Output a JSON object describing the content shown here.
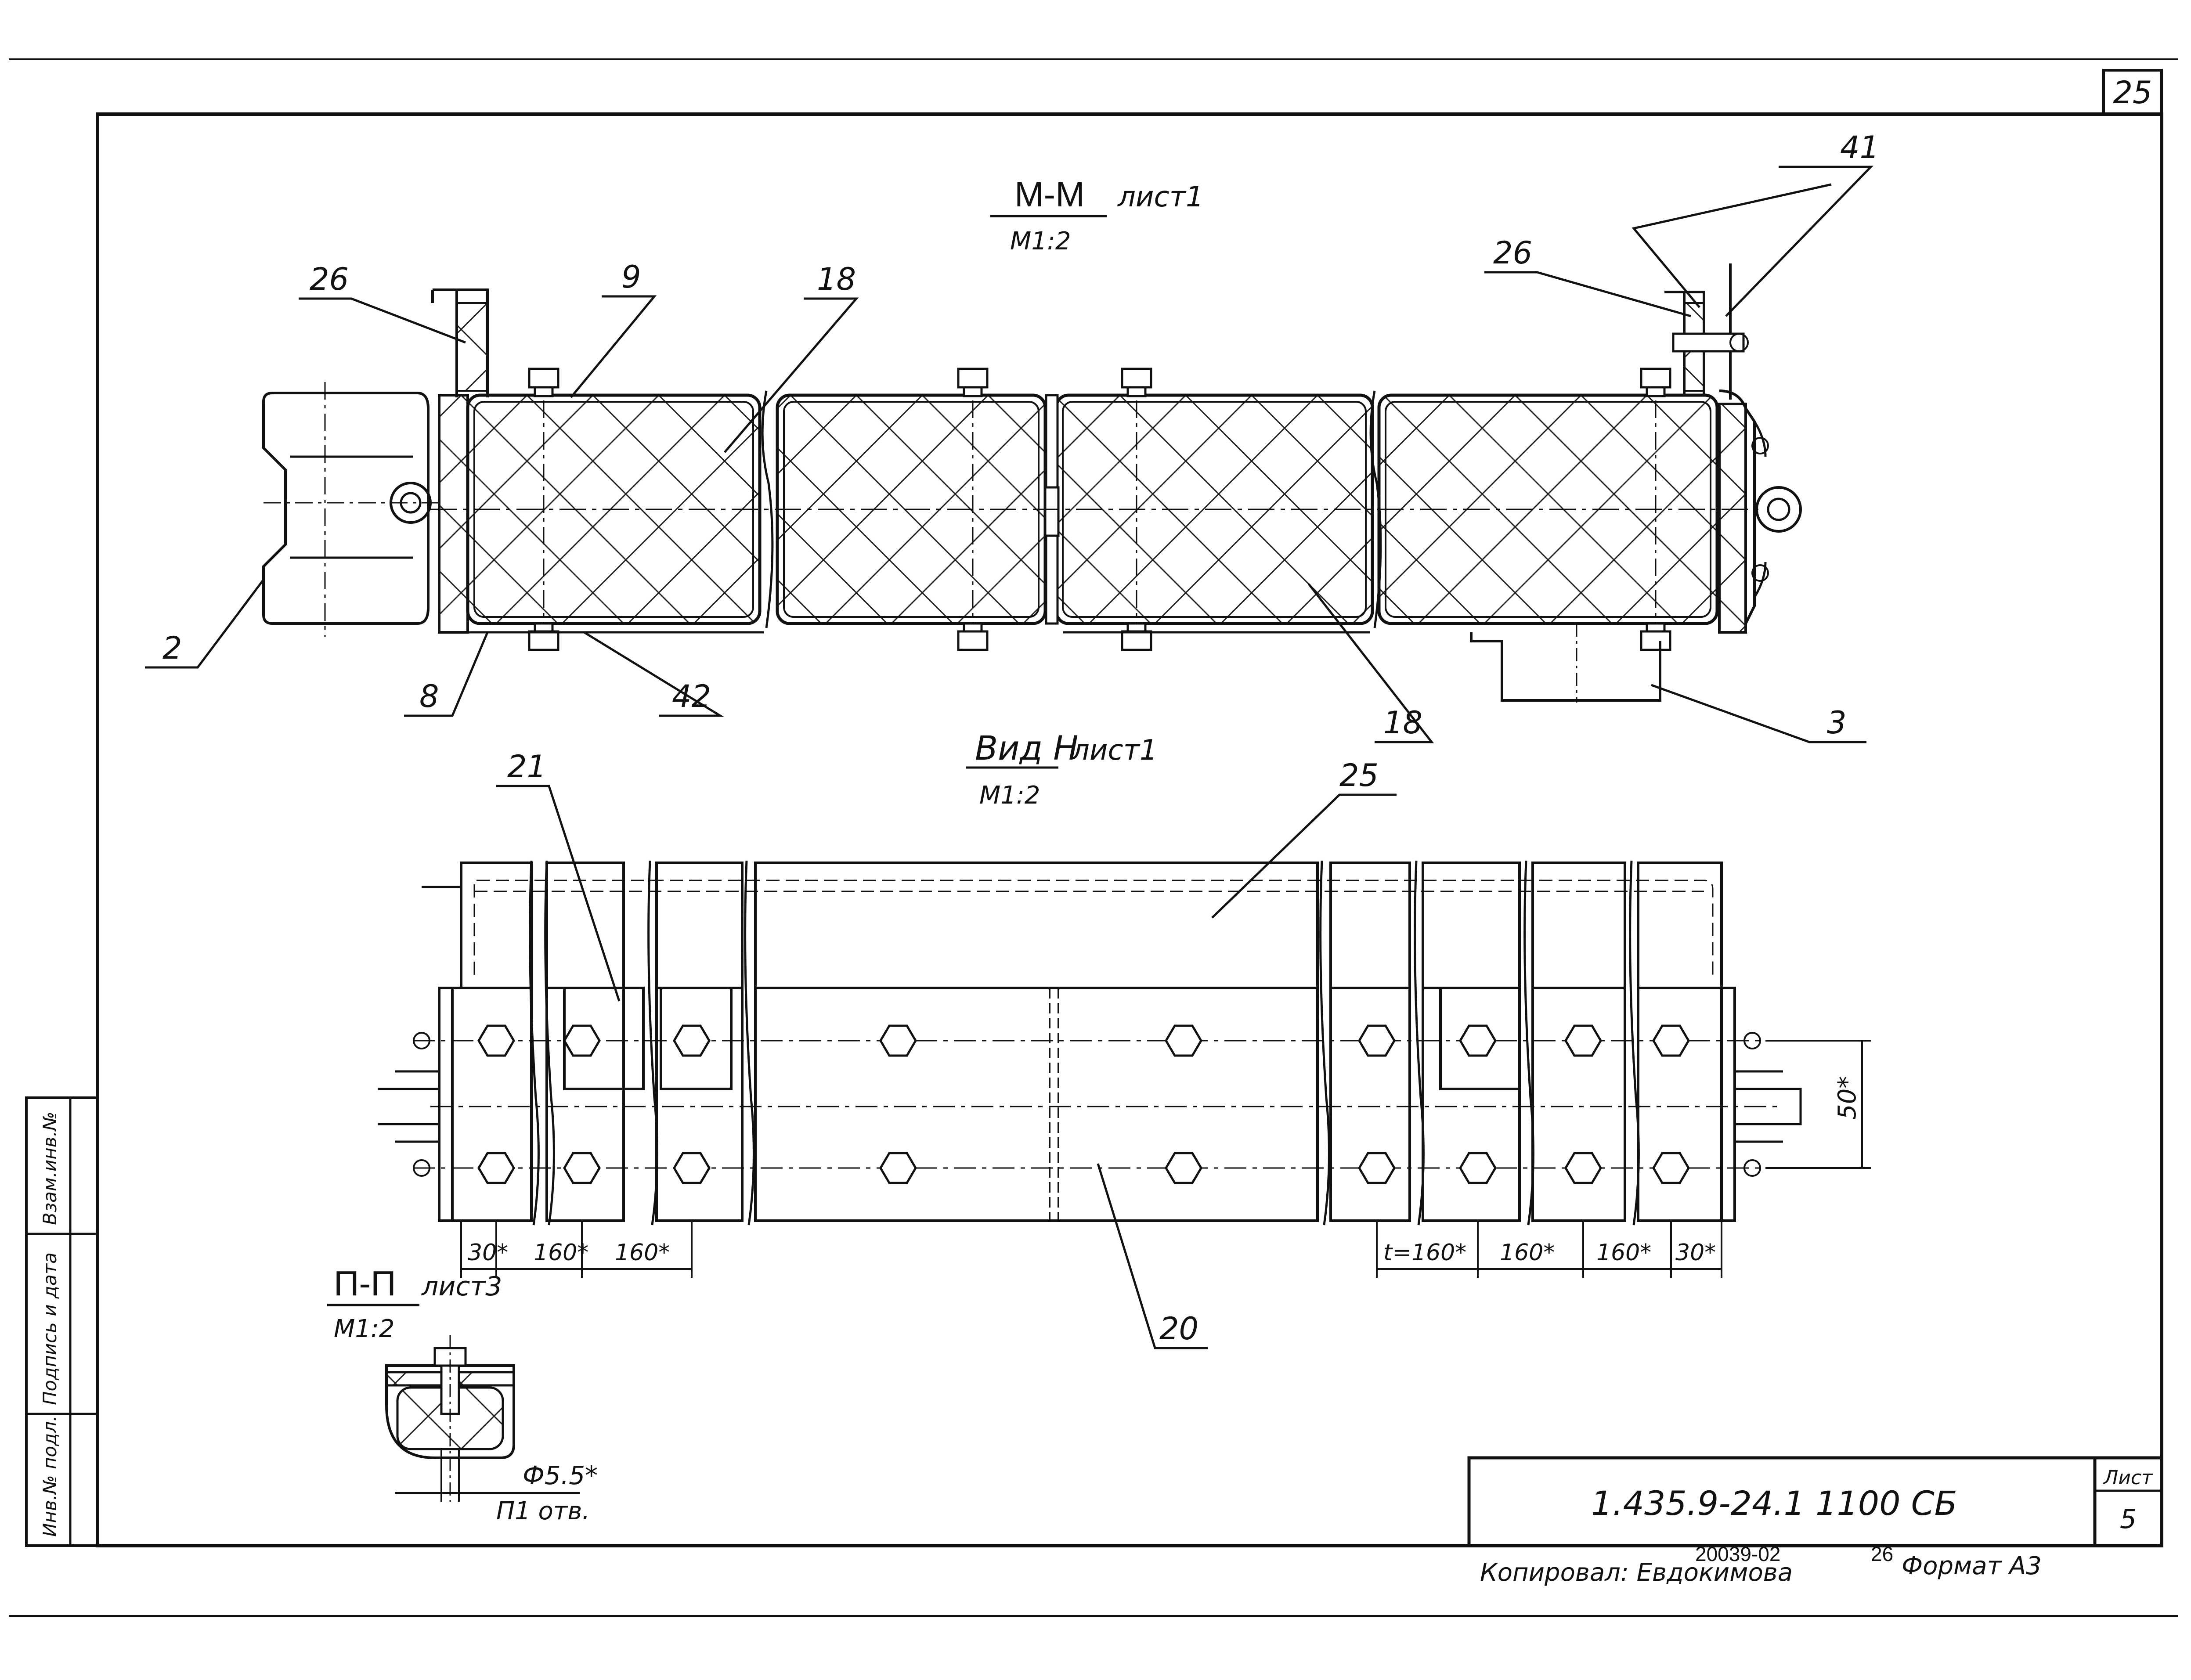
{
  "sheet_number_top": "25",
  "sections": {
    "mm": {
      "title": "М-М",
      "sheet_ref": "лист1",
      "scale": "М1:2"
    },
    "view_h": {
      "title": "Вид Н",
      "sheet_ref": "лист1",
      "scale": "М1:2"
    },
    "pp": {
      "title": "П-П",
      "sheet_ref": "лист3",
      "scale": "М1:2"
    }
  },
  "callouts": {
    "c26_left": "26",
    "c9": "9",
    "c18_top": "18",
    "c26_right": "26",
    "c41": "41",
    "c2": "2",
    "c8": "8",
    "c42": "42",
    "c18_bottom": "18",
    "c3": "3",
    "c21": "21",
    "c25": "25",
    "c20": "20"
  },
  "dimensions": {
    "d30_left": "30*",
    "d160_a": "160*",
    "d160_b": "160*",
    "t160": "t=160*",
    "d160_c": "160*",
    "d160_d": "160*",
    "d30_right": "30*",
    "d50": "50*",
    "hole_dia": "Ф5.5*",
    "hole_count": "П1 отв."
  },
  "side_stamp": [
    "Инв.№ подл.",
    "Подпись и дата",
    "Взам.инв.№"
  ],
  "title_block": {
    "designation": "1.435.9-24.1  1100 СБ",
    "sheet_label": "Лист",
    "sheet_value": "5"
  },
  "footer": {
    "copied_by": "Копировал: Евдокимова",
    "order_no": "20039-02",
    "extra": "26",
    "format": "Формат А3"
  }
}
